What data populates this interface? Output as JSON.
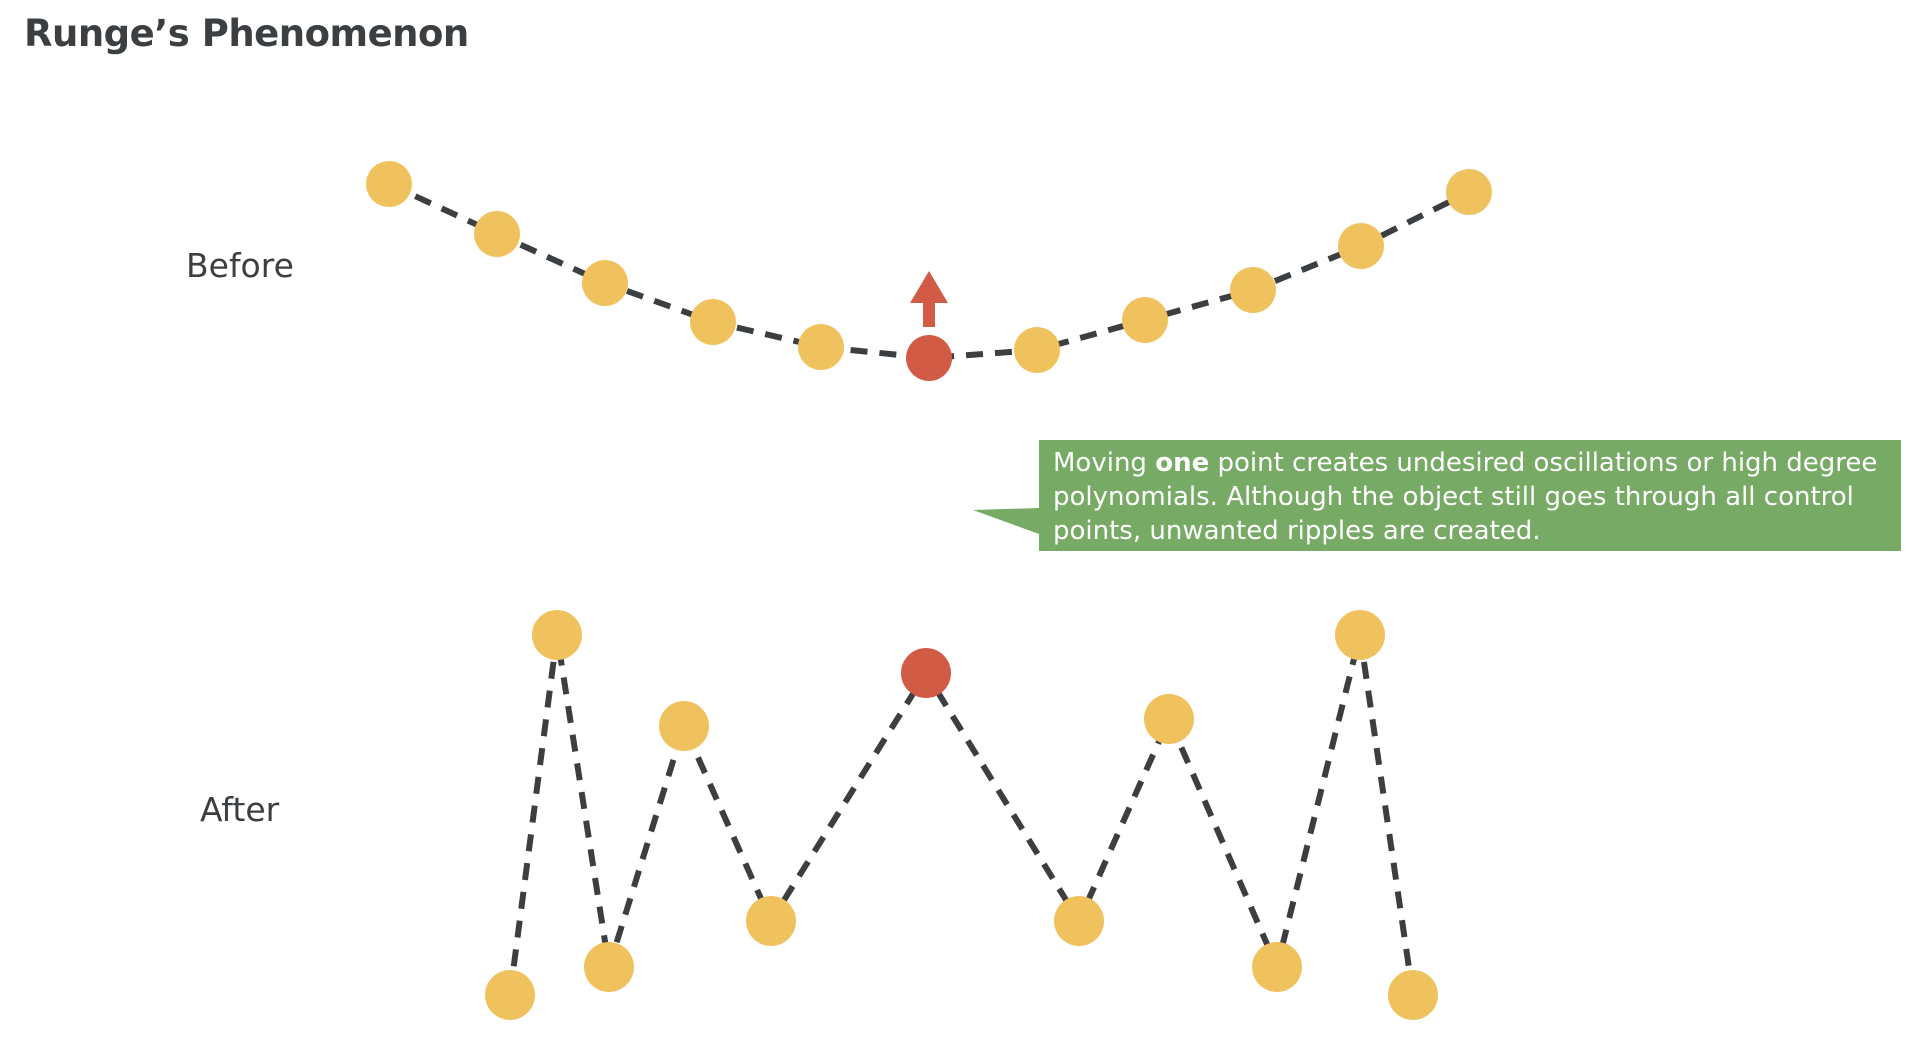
{
  "title": "Runge’s Phenomenon",
  "rows": {
    "before_label": "Before",
    "after_label": "After"
  },
  "callout": {
    "pre": "Moving ",
    "bold": "one",
    "post": " point creates undesired oscillations or high degree polynomials. Although the object still goes through all control points, unwanted ripples are created."
  },
  "colors": {
    "point": "#efc25e",
    "moved_point": "#d25b46",
    "arrow": "#d25b46",
    "curve": "#3b3f42",
    "callout_bg": "#77aa65",
    "text": "#3b3f42"
  },
  "icons": {
    "move_arrow": "up-arrow-icon"
  }
}
